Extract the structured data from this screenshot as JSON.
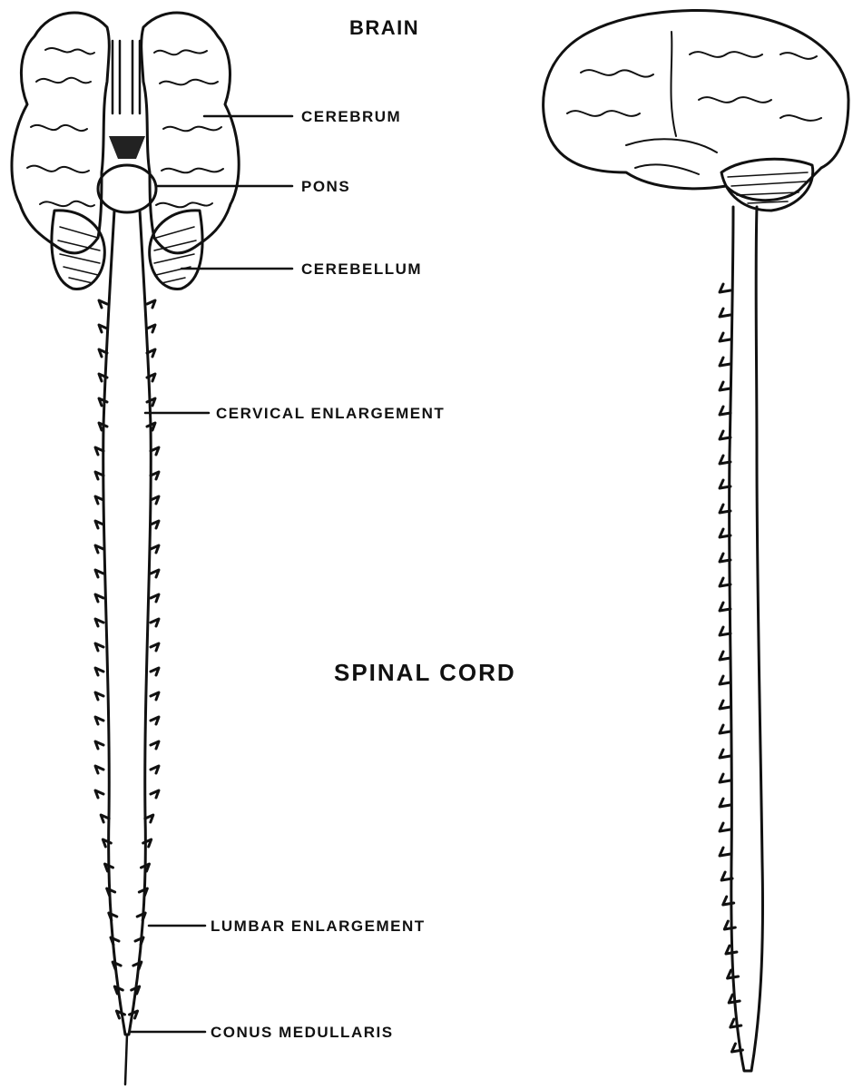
{
  "title": "BRAIN",
  "section_label": "SPINAL CORD",
  "labels": [
    {
      "id": "cerebrum",
      "text": "CEREBRUM"
    },
    {
      "id": "pons",
      "text": "PONS"
    },
    {
      "id": "cerebellum",
      "text": "CEREBELLUM"
    },
    {
      "id": "cervical",
      "text": "CERVICAL ENLARGEMENT"
    },
    {
      "id": "lumbar",
      "text": "LUMBAR ENLARGEMENT"
    },
    {
      "id": "conus",
      "text": "CONUS MEDULLARIS"
    }
  ]
}
